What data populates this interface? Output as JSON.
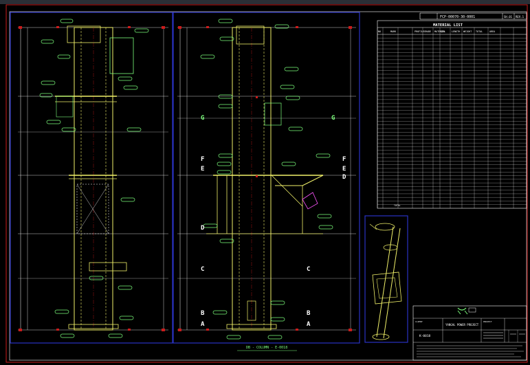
{
  "title_strip": {
    "drawing_no": "FCP-00070-30-0001",
    "sheet": "SH.01",
    "rev": "REV.1"
  },
  "material_list": {
    "title": "MATERIAL LIST",
    "headers": [
      "NO",
      "MARK",
      "PROFILE",
      "GRADE",
      "MATERIAL",
      "QTY",
      "LENGTH",
      "WEIGHT",
      "TOTAL",
      "AREA"
    ],
    "row_count": 47,
    "total_label": "TOTAL"
  },
  "section_labels": {
    "left": [
      "G",
      "F",
      "E",
      "D",
      "C",
      "B",
      "A"
    ],
    "right": [
      "G",
      "F",
      "E",
      "D",
      "C",
      "B",
      "A"
    ]
  },
  "view_title": "DB - COLUMN - E-0018",
  "title_block": {
    "company": "YANGAL POWER PROJECT",
    "drawing_ref": "K-0018",
    "client_label": "CLIENT",
    "project_label": "PROJECT"
  },
  "colors": {
    "background": "#000000",
    "frame": "#cc1b1b",
    "viewport": "#2a33c4",
    "steel": "#f2f26a",
    "annotation": "#7cff7c",
    "dim": "#ffffff"
  }
}
